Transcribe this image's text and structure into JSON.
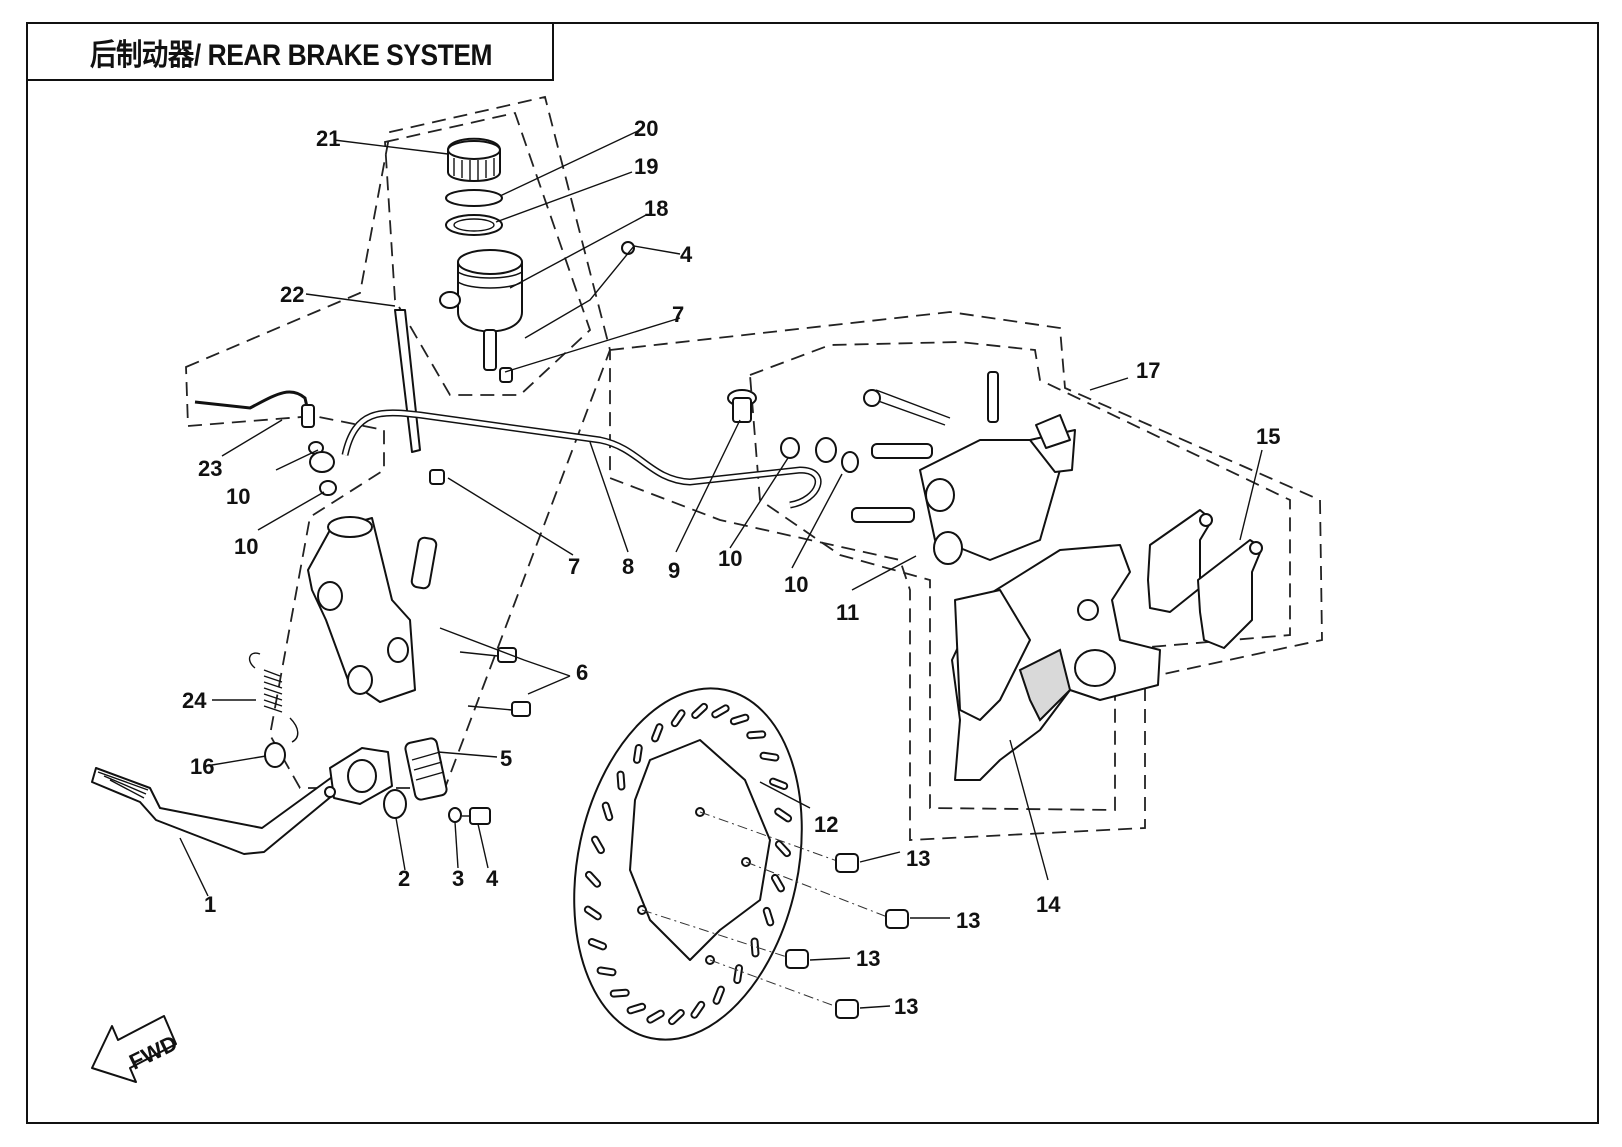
{
  "title": "后制动器/ REAR BRAKE SYSTEM",
  "direction_indicator": "FWD",
  "callouts": [
    "1",
    "2",
    "3",
    "4",
    "4",
    "5",
    "6",
    "7",
    "7",
    "8",
    "9",
    "10",
    "10",
    "10",
    "10",
    "11",
    "12",
    "13",
    "13",
    "13",
    "13",
    "14",
    "15",
    "16",
    "17",
    "18",
    "19",
    "20",
    "21",
    "22",
    "23",
    "24"
  ]
}
